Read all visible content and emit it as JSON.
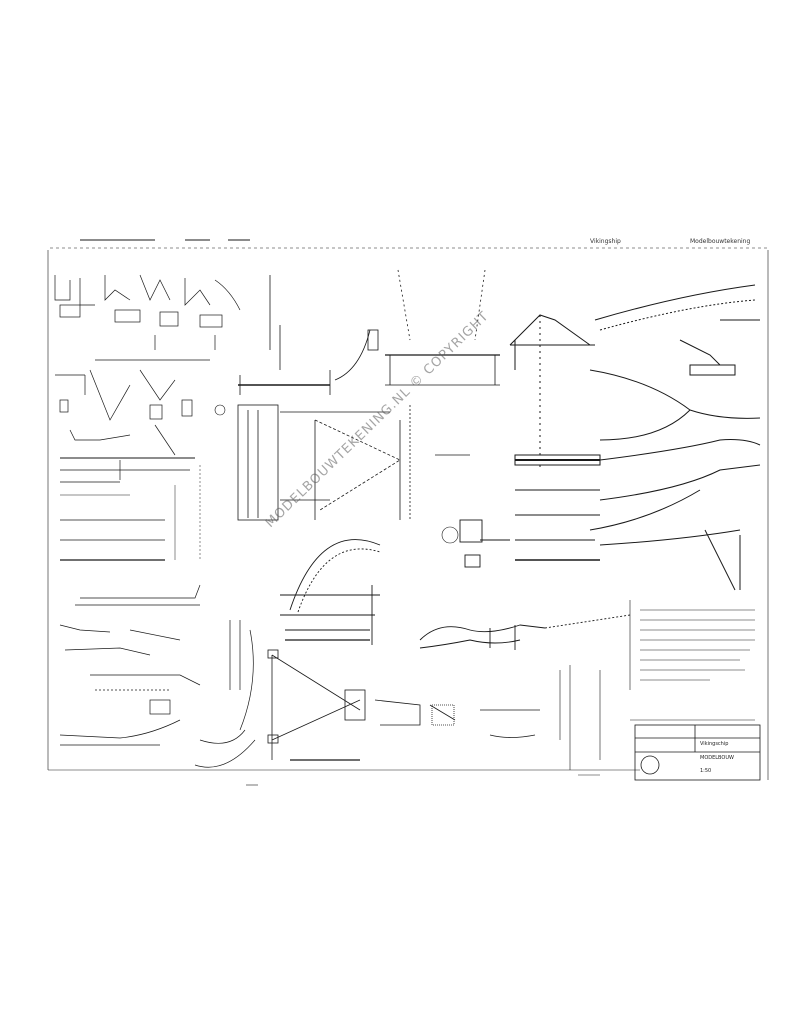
{
  "document": {
    "kind": "technical-drawing-sheet",
    "colors": {
      "ink": "#1a1a1a",
      "paper": "#ffffff",
      "watermark": "#7a7a7a"
    },
    "header": {
      "right_text_1": "Vikingship",
      "right_text_2": "Modelbouwtekening"
    },
    "watermark": "MODELBOUWTEKENING.NL © COPYRIGHT",
    "title_block": {
      "name": "Vikingschip",
      "subtitle": "MODELBOUW",
      "scale_label": "1:50"
    }
  }
}
